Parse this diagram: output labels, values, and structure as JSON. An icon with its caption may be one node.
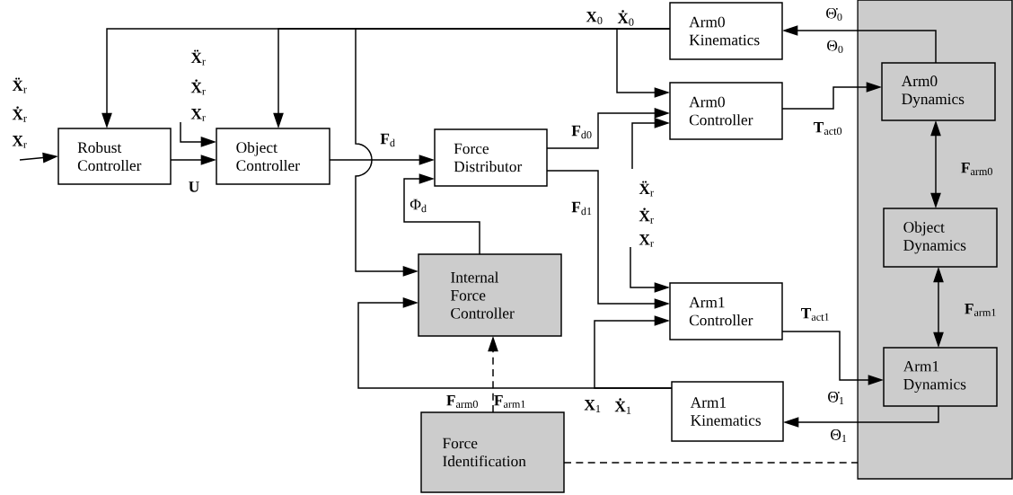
{
  "diagram": {
    "nodes": [
      {
        "text": [
          "Robust Controller"
        ]
      },
      {
        "text": [
          "Object Controller"
        ]
      },
      {
        "text": [
          "Force Distributor"
        ]
      },
      {
        "text": [
          "Arm0 Kinematics"
        ]
      },
      {
        "text": [
          "Arm0 Controller"
        ]
      },
      {
        "text": [
          "Internal Force Controller"
        ]
      },
      {
        "text": [
          "Arm1 Controller"
        ]
      },
      {
        "text": [
          "Arm1 Kinematics"
        ]
      },
      {
        "text": [
          "Force Identification"
        ]
      },
      {
        "text": [],
        "shape": "box"
      },
      {
        "text": [
          "Arm0 Dynamics"
        ],
        "in": 9
      },
      {
        "text": [
          "Object Dynamics"
        ],
        "in": 9
      },
      {
        "text": [
          "Arm1 Dynamics"
        ],
        "in": 9
      }
    ],
    "edges": [
      {
        "from": null,
        "to": 0,
        "arrow": "to"
      },
      {
        "from": 0,
        "to": 1,
        "arrow": "to",
        "label": "**U**"
      },
      {
        "from": null,
        "to": 1,
        "arrow": "to"
      },
      {
        "from": 1,
        "to": 2,
        "arrow": "to",
        "label": "**F**$_{d}$"
      },
      {
        "from": 5,
        "to": 2,
        "arrow": "to",
        "label": "Φ$_{d}$"
      },
      {
        "from": 2,
        "to": 4,
        "arrow": "to",
        "label": "**F**$_{d0}$"
      },
      {
        "from": 2,
        "to": 6,
        "arrow": "to",
        "label": "**F**$_{d1}$"
      },
      {
        "from": null,
        "to": 4,
        "arrow": "to"
      },
      {
        "from": null,
        "to": 6,
        "arrow": "to"
      },
      {
        "from": 3,
        "to": 0,
        "arrow": "to"
      },
      {
        "from": 3,
        "to": 1,
        "arrow": "to"
      },
      {
        "from": 3,
        "to": 5,
        "arrow": "to"
      },
      {
        "from": 3,
        "to": 4,
        "arrow": "to"
      },
      {
        "from": 7,
        "to": 5,
        "arrow": "to"
      },
      {
        "from": 7,
        "to": 6,
        "arrow": "to"
      },
      {
        "from": 4,
        "to": 10,
        "arrow": "to",
        "label": "**T**$_{act0}$"
      },
      {
        "from": 6,
        "to": 12,
        "arrow": "to",
        "label": "**T**$_{act1}$"
      },
      {
        "from": 10,
        "to": 3,
        "arrow": "to"
      },
      {
        "from": 12,
        "to": 7,
        "arrow": "to"
      },
      {
        "from": 10,
        "to": 11,
        "arrow": "both",
        "label": "**F**$_{arm0}$"
      },
      {
        "from": 11,
        "to": 12,
        "arrow": "both",
        "label": "**F**$_{arm1}$"
      },
      {
        "from": 8,
        "to": 5,
        "arrow": "to",
        "style": "dashed"
      },
      {
        "from": 8,
        "to": 9,
        "arrow": "none",
        "style": "dashed"
      }
    ],
    "labels": [
      "**X**$_{0}$",
      "**Ẋ**$_{0}$",
      "Θ̇$_{0}$",
      "Θ$_{0}$",
      "**Ẍ**$_{r}$",
      "**Ẋ**$_{r}$",
      "**X**$_{r}$",
      "**Ẍ**$_{r}$",
      "**Ẋ**$_{r}$",
      "**X**$_{r}$",
      "**Ẍ**$_{r}$",
      "**Ẋ**$_{r}$",
      "**X**$_{r}$",
      "**F**$_{arm0}$",
      "**F**$_{arm1}$",
      "**X**$_{1}$",
      "**Ẋ**$_{1}$",
      "Θ̇$_{1}$",
      "Θ$_{1}$"
    ]
  }
}
